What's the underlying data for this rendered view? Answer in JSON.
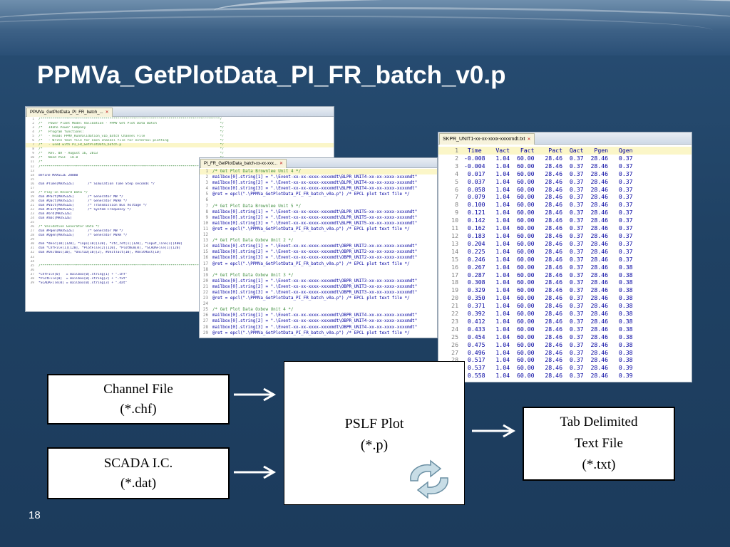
{
  "slide": {
    "title": "PPMVa_GetPlotData_PI_FR_batch_v0.p",
    "page_number": "18"
  },
  "editor1": {
    "tab_label": "PPMVa_GetPlotData_PI_FR_batch_...",
    "lines": [
      {
        "n": "1",
        "t": "/*******************************************************************************************/"
      },
      {
        "n": "2",
        "t": "/*   Power Plant Model Validation - PPMV Get Plot Data Batch                                */"
      },
      {
        "n": "3",
        "t": "/*   Idaho Power Company                                                                    */"
      },
      {
        "n": "4",
        "t": "/*   Program functions:                                                                     */"
      },
      {
        "n": "5",
        "t": "/*   - Reads PPMV_RunValidation_v1b_batch Channel File                                      */"
      },
      {
        "n": "6",
        "t": "/*   - Write text file for each channel file for external plotting                          */"
      },
      {
        "n": "7",
        "t": "/*   - used with PI_FR_GetPlotData_batch.p                                                  */"
      },
      {
        "n": "8",
        "t": "/*                                                                                          */"
      },
      {
        "n": "9",
        "t": "/*   Rev. 0A - August 16, 2013                                                              */"
      },
      {
        "n": "10",
        "t": "/*   Need PSLF  18.0                                                                        */"
      },
      {
        "n": "11",
        "t": "/*                                                                                          */"
      },
      {
        "n": "12",
        "t": "/*******************************************************************************************/"
      },
      {
        "n": "13",
        "t": ""
      },
      {
        "n": "14",
        "t": "define MAXSIZE 20000"
      },
      {
        "n": "15",
        "t": ""
      },
      {
        "n": "16",
        "t": "dim #Time[MAXSIZE]       /* Simulation Time Step seconds */"
      },
      {
        "n": "17",
        "t": ""
      },
      {
        "n": "18",
        "t": "/* Play-in Record Data */"
      },
      {
        "n": "19",
        "t": "dim #Pact[MAXSIZE]       /* Generator MW */"
      },
      {
        "n": "20",
        "t": "dim #Qact[MAXSIZE]       /* Generator MVAR */"
      },
      {
        "n": "21",
        "t": "dim #Vact[MAXSIZE]       /* Transmission Bus Voltage */"
      },
      {
        "n": "22",
        "t": "dim #Fact[MAXSIZE]       /* System Frequency */"
      },
      {
        "n": "23",
        "t": "dim #ord[MAXSIZE]"
      },
      {
        "n": "24",
        "t": "dim #abc[MAXSIZE]"
      },
      {
        "n": "25",
        "t": ""
      },
      {
        "n": "26",
        "t": "/* Validation Generator Data */"
      },
      {
        "n": "27",
        "t": "dim #Pgen[MAXSIZE]       /* Generator MW */"
      },
      {
        "n": "28",
        "t": "dim #Qgen[MAXSIZE]       /* Generator MVAR */"
      },
      {
        "n": "29",
        "t": ""
      },
      {
        "n": "30",
        "t": "dim *desc[10][120], *inp1[10][120], *stc_ret[1][120], *input_line[1][400]"
      },
      {
        "n": "31",
        "t": "dim *ChfFile[1][120], *PlotFile[2][120], *PlotNum[0], *SCADAFile[1][120]"
      },
      {
        "n": "32",
        "t": "dim #UnitBus[10], *UnitID[10][2], #UnitTact[10], #UnitMact[10]"
      },
      {
        "n": "33",
        "t": ""
      },
      {
        "n": "34",
        "t": ""
      },
      {
        "n": "35",
        "t": "/*******************************************************************************************/"
      },
      {
        "n": "36",
        "t": ""
      },
      {
        "n": "37",
        "t": "*ChfFile[0]   = mailbox[0].string[1] + \".chf\""
      },
      {
        "n": "38",
        "t": "*PlotFile[0]  = mailbox[0].string[2] + \".txt\""
      },
      {
        "n": "39",
        "t": "*SCADAFile[0] = mailbox[0].string[3] + \".dat\""
      }
    ]
  },
  "editor2": {
    "tab_label": "PI_FR_GetPlotData_batch-xx-xx-xxx...",
    "lines": [
      {
        "n": "1",
        "t": "/* Get Plot Data Brownlee Unit 4 */"
      },
      {
        "n": "2",
        "t": "mailbox[0].string[1] = \".\\Event-xx-xx-xxxx-xxxxmdt\\BLPR_UNIT4-xx-xx-xxxx-xxxxmdt\""
      },
      {
        "n": "3",
        "t": "mailbox[0].string[2] = \".\\Event-xx-xx-xxxx-xxxxmdt\\BLPR_UNIT4-xx-xx-xxxx-xxxxmdt\""
      },
      {
        "n": "4",
        "t": "mailbox[0].string[3] = \".\\Event-xx-xx-xxxx-xxxxmdt\\BLPR_UNIT4-xx-xx-xxxx-xxxxmdt\""
      },
      {
        "n": "5",
        "t": "@ret = epcl(\".\\PPMVa_GetPlotData_PI_FR_batch_v0a.p\") /* EPCL plot text file */"
      },
      {
        "n": "6",
        "t": ""
      },
      {
        "n": "7",
        "t": "/* Get Plot Data Brownlee Unit 5 */"
      },
      {
        "n": "8",
        "t": "mailbox[0].string[1] = \".\\Event-xx-xx-xxxx-xxxxmdt\\BLPR_UNIT5-xx-xx-xxxx-xxxxmdt\""
      },
      {
        "n": "9",
        "t": "mailbox[0].string[2] = \".\\Event-xx-xx-xxxx-xxxxmdt\\BLPR_UNIT5-xx-xx-xxxx-xxxxmdt\""
      },
      {
        "n": "10",
        "t": "mailbox[0].string[3] = \".\\Event-xx-xx-xxxx-xxxxmdt\\BLPR_UNIT5-xx-xx-xxxx-xxxxmdt\""
      },
      {
        "n": "11",
        "t": "@ret = epcl(\".\\PPMVa_GetPlotData_PI_FR_batch_v0a.p\") /* EPCL plot text file */"
      },
      {
        "n": "12",
        "t": ""
      },
      {
        "n": "13",
        "t": "/* Get Plot Data Oxbow Unit 2 */"
      },
      {
        "n": "14",
        "t": "mailbox[0].string[1] = \".\\Event-xx-xx-xxxx-xxxxmdt\\OBPR_UNIT2-xx-xx-xxxx-xxxxmdt\""
      },
      {
        "n": "15",
        "t": "mailbox[0].string[2] = \".\\Event-xx-xx-xxxx-xxxxmdt\\OBPR_UNIT2-xx-xx-xxxx-xxxxmdt\""
      },
      {
        "n": "16",
        "t": "mailbox[0].string[3] = \".\\Event-xx-xx-xxxx-xxxxmdt\\OBPR_UNIT2-xx-xx-xxxx-xxxxmdt\""
      },
      {
        "n": "17",
        "t": "@ret = epcl(\".\\PPMVa_GetPlotData_PI_FR_batch_v0a.p\") /* EPCL plot text file */"
      },
      {
        "n": "18",
        "t": ""
      },
      {
        "n": "19",
        "t": "/* Get Plot Data Oxbow Unit 3 */"
      },
      {
        "n": "20",
        "t": "mailbox[0].string[1] = \".\\Event-xx-xx-xxxx-xxxxmdt\\OBPR_UNIT3-xx-xx-xxxx-xxxxmdt\""
      },
      {
        "n": "21",
        "t": "mailbox[0].string[2] = \".\\Event-xx-xx-xxxx-xxxxmdt\\OBPR_UNIT3-xx-xx-xxxx-xxxxmdt\""
      },
      {
        "n": "22",
        "t": "mailbox[0].string[3] = \".\\Event-xx-xx-xxxx-xxxxmdt\\OBPR_UNIT3-xx-xx-xxxx-xxxxmdt\""
      },
      {
        "n": "23",
        "t": "@ret = epcl(\".\\PPMVa_GetPlotData_PI_FR_batch_v0a.p\") /* EPCL plot text file */"
      },
      {
        "n": "24",
        "t": ""
      },
      {
        "n": "25",
        "t": "/* Get Plot Data Oxbow Unit 4 */"
      },
      {
        "n": "26",
        "t": "mailbox[0].string[1] = \".\\Event-xx-xx-xxxx-xxxxmdt\\OBPR_UNIT4-xx-xx-xxxx-xxxxmdt\""
      },
      {
        "n": "27",
        "t": "mailbox[0].string[2] = \".\\Event-xx-xx-xxxx-xxxxmdt\\OBPR_UNIT4-xx-xx-xxxx-xxxxmdt\""
      },
      {
        "n": "28",
        "t": "mailbox[0].string[3] = \".\\Event-xx-xx-xxxx-xxxxmdt\\OBPR_UNIT4-xx-xx-xxxx-xxxxmdt\""
      },
      {
        "n": "29",
        "t": "@ret = epcl(\".\\PPMVa_GetPlotData_PI_FR_batch_v0a.p\") /* EPCL plot text file */"
      }
    ]
  },
  "editor3": {
    "tab_label": "SKPR_UNIT1-xx-xx-xxxx-xxxxmdt.txt",
    "lines": [
      {
        "n": "1",
        "t": " Time    Vact   Fact    Pact  Qact   Pgen   Qgen"
      },
      {
        "n": "2",
        "t": "-0.008   1.04  60.00   28.46  0.37  28.46   0.37"
      },
      {
        "n": "3",
        "t": "-0.004   1.04  60.00   28.46  0.37  28.46   0.37"
      },
      {
        "n": "4",
        "t": " 0.017   1.04  60.00   28.46  0.37  28.46   0.37"
      },
      {
        "n": "5",
        "t": " 0.037   1.04  60.00   28.46  0.37  28.46   0.37"
      },
      {
        "n": "6",
        "t": " 0.058   1.04  60.00   28.46  0.37  28.46   0.37"
      },
      {
        "n": "7",
        "t": " 0.079   1.04  60.00   28.46  0.37  28.46   0.37"
      },
      {
        "n": "8",
        "t": " 0.100   1.04  60.00   28.46  0.37  28.46   0.37"
      },
      {
        "n": "9",
        "t": " 0.121   1.04  60.00   28.46  0.37  28.46   0.37"
      },
      {
        "n": "10",
        "t": " 0.142   1.04  60.00   28.46  0.37  28.46   0.37"
      },
      {
        "n": "11",
        "t": " 0.162   1.04  60.00   28.46  0.37  28.46   0.37"
      },
      {
        "n": "12",
        "t": " 0.183   1.04  60.00   28.46  0.37  28.46   0.37"
      },
      {
        "n": "13",
        "t": " 0.204   1.04  60.00   28.46  0.37  28.46   0.37"
      },
      {
        "n": "14",
        "t": " 0.225   1.04  60.00   28.46  0.37  28.46   0.37"
      },
      {
        "n": "15",
        "t": " 0.246   1.04  60.00   28.46  0.37  28.46   0.37"
      },
      {
        "n": "16",
        "t": " 0.267   1.04  60.00   28.46  0.37  28.46   0.38"
      },
      {
        "n": "17",
        "t": " 0.287   1.04  60.00   28.46  0.37  28.46   0.38"
      },
      {
        "n": "18",
        "t": " 0.308   1.04  60.00   28.46  0.37  28.46   0.38"
      },
      {
        "n": "19",
        "t": " 0.329   1.04  60.00   28.46  0.37  28.46   0.38"
      },
      {
        "n": "20",
        "t": " 0.350   1.04  60.00   28.46  0.37  28.46   0.38"
      },
      {
        "n": "21",
        "t": " 0.371   1.04  60.00   28.46  0.37  28.46   0.38"
      },
      {
        "n": "22",
        "t": " 0.392   1.04  60.00   28.46  0.37  28.46   0.38"
      },
      {
        "n": "23",
        "t": " 0.412   1.04  60.00   28.46  0.37  28.46   0.38"
      },
      {
        "n": "24",
        "t": " 0.433   1.04  60.00   28.46  0.37  28.46   0.38"
      },
      {
        "n": "25",
        "t": " 0.454   1.04  60.00   28.46  0.37  28.46   0.38"
      },
      {
        "n": "26",
        "t": " 0.475   1.04  60.00   28.46  0.37  28.46   0.38"
      },
      {
        "n": "27",
        "t": " 0.496   1.04  60.00   28.46  0.37  28.46   0.38"
      },
      {
        "n": "28",
        "t": " 0.517   1.04  60.00   28.46  0.37  28.46   0.38"
      },
      {
        "n": "29",
        "t": " 0.537   1.04  60.00   28.46  0.37  28.46   0.39"
      },
      {
        "n": "30",
        "t": " 0.558   1.04  60.00   28.46  0.37  28.46   0.39"
      }
    ]
  },
  "flow": {
    "channel_file": {
      "line1": "Channel File",
      "line2": "(*.chf)"
    },
    "scada_file": {
      "line1": "SCADA I.C.",
      "line2": "(*.dat)"
    },
    "pslf_plot": {
      "line1": "PSLF Plot",
      "line2": "(*.p)"
    },
    "text_file": {
      "line1": "Tab Delimited",
      "line2": "Text File",
      "line3": "(*.txt)"
    }
  },
  "icons": {
    "close": "close-icon",
    "cycle": "refresh-cycle-icon",
    "arrow": "arrow-right-icon"
  },
  "colors": {
    "background": "#1f4163",
    "comment_green": "#3c8c3c",
    "code_blue": "#0000a0",
    "highlight_line": "#fbf6c8",
    "cycle_fill": "#c8dde6"
  }
}
